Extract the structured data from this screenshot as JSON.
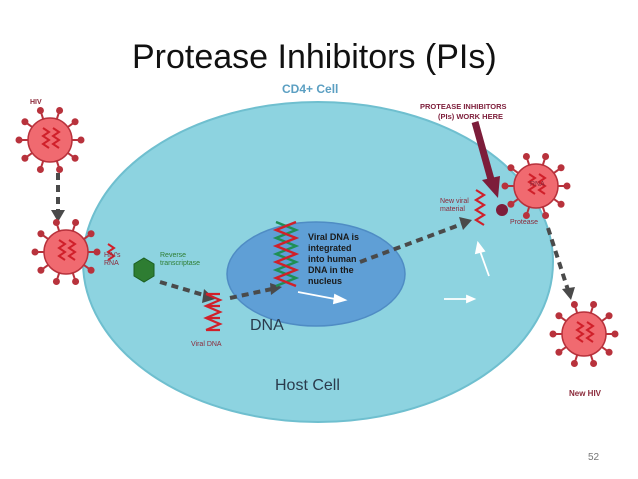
{
  "slide": {
    "title": "Protease Inhibitors (PIs)",
    "slide_number": "52"
  },
  "diagram": {
    "cell_label": "CD4+ Cell",
    "hiv_label": "HIV",
    "hiv_rna_label": [
      "HIV's",
      "RNA"
    ],
    "reverse_transcriptase_label": [
      "Reverse",
      "transcriptase"
    ],
    "viral_dna_label": "Viral DNA",
    "nucleus_text": [
      "Viral DNA is",
      "integrated",
      "into human",
      "DNA in the",
      "nucleus"
    ],
    "new_viral_material_label": [
      "New viral",
      "material"
    ],
    "protease_label": "Protease",
    "budding_rna_label": "RNA",
    "pi_callout": [
      "PROTEASE INHIBITORS",
      "(PIs) WORK HERE"
    ],
    "new_hiv_label": "New HIV",
    "dna_overlay": "DNA",
    "host_cell_overlay": "Host Cell"
  },
  "colors": {
    "cell_fill": "#8dd3e0",
    "nucleus_fill": "#5f9fd6",
    "virus_fill": "#f06a70",
    "virus_spike": "#b8323c",
    "rna_strand": "#d0202a",
    "dna_strand_a": "#1f8f55",
    "dna_strand_b": "#d0202a",
    "enzyme": "#2e7d32",
    "label_text": "#8b2a3a",
    "pi_arrow": "#7d1d3a",
    "protease_dot": "#7d1d3a"
  }
}
